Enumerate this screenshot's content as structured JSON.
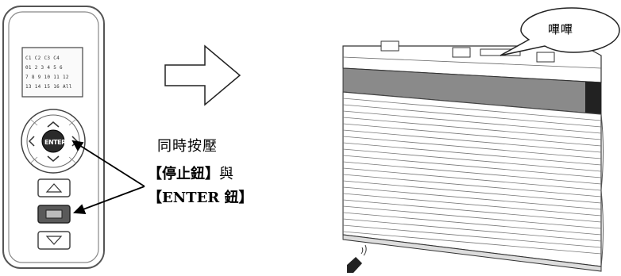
{
  "instructions": {
    "line1": "同時按壓",
    "line2_bold": "【停止鈕】",
    "line2_tail": "與",
    "line3": "【ENTER 鈕】"
  },
  "remote": {
    "enter_label": "ENTER",
    "lcd_rows": [
      "C1 C2 C3 C4",
      "01  2  3  4  5  6",
      " 7  8  9 10 11 12",
      "13 14 15 16 All"
    ]
  },
  "speech_bubble": {
    "text": "嗶嗶"
  }
}
